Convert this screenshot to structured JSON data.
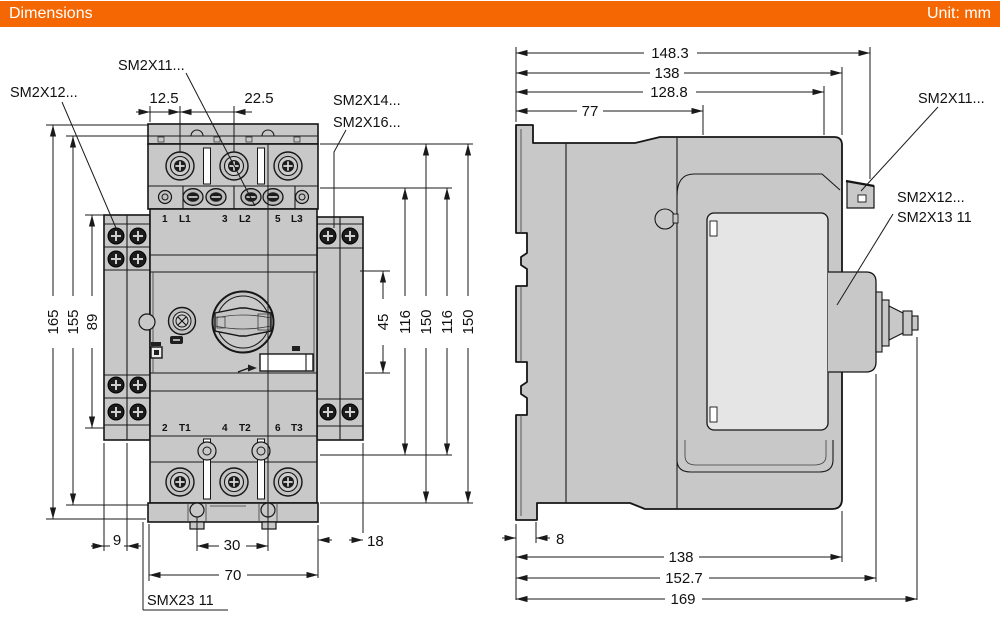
{
  "header": {
    "title": "Dimensions",
    "unit": "Unit: mm"
  },
  "colors": {
    "accent_orange": "#f56702",
    "body_gray": "#c8c8c8",
    "panel_gray": "#e5e5e5",
    "line": "#1a1a1a"
  },
  "front_view": {
    "labels": {
      "aux_left": "SM2X12...",
      "top_center": "SM2X11...",
      "right_a": "SM2X14...",
      "right_b": "SM2X16...",
      "bottom": "SMX23 11"
    },
    "terminals_top": [
      "1",
      "L1",
      "3",
      "L2",
      "5",
      "L3"
    ],
    "terminals_bottom": [
      "2",
      "T1",
      "4",
      "T2",
      "6",
      "T3"
    ],
    "dims": {
      "d1": "12.5",
      "d2": "22.5",
      "left": [
        "165",
        "155",
        "89"
      ],
      "right": [
        "45",
        "116",
        "150",
        "116",
        "150"
      ],
      "b1": "9",
      "b2": "30",
      "b3": "18",
      "b4": "70"
    }
  },
  "side_view": {
    "labels": {
      "top": "SM2X11...",
      "front_a": "SM2X12...",
      "front_b": "SM2X13 11"
    },
    "dims": {
      "top": [
        "148.3",
        "138",
        "128.8",
        "77"
      ],
      "bottom": [
        "8",
        "138",
        "152.7",
        "169"
      ]
    }
  }
}
